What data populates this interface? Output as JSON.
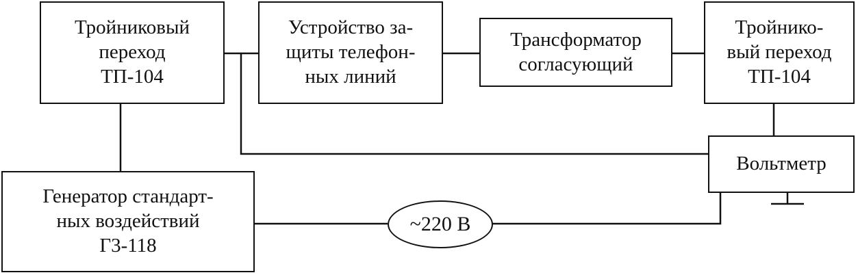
{
  "blocks": {
    "tee_left": "Тройниковый\nпереход\nТП-104",
    "protection": "Устройство за-\nщиты телефон-\nных линий",
    "transformer": "Трансформатор\nсогласующий",
    "tee_right": "Тройнико-\nвый переход\nТП-104",
    "voltmeter": "Вольтметр",
    "generator": "Генератор стандарт-\nных воздействий\nГ3-118",
    "power": "~220 В"
  },
  "colors": {
    "stroke": "#111111",
    "background": "#ffffff"
  }
}
